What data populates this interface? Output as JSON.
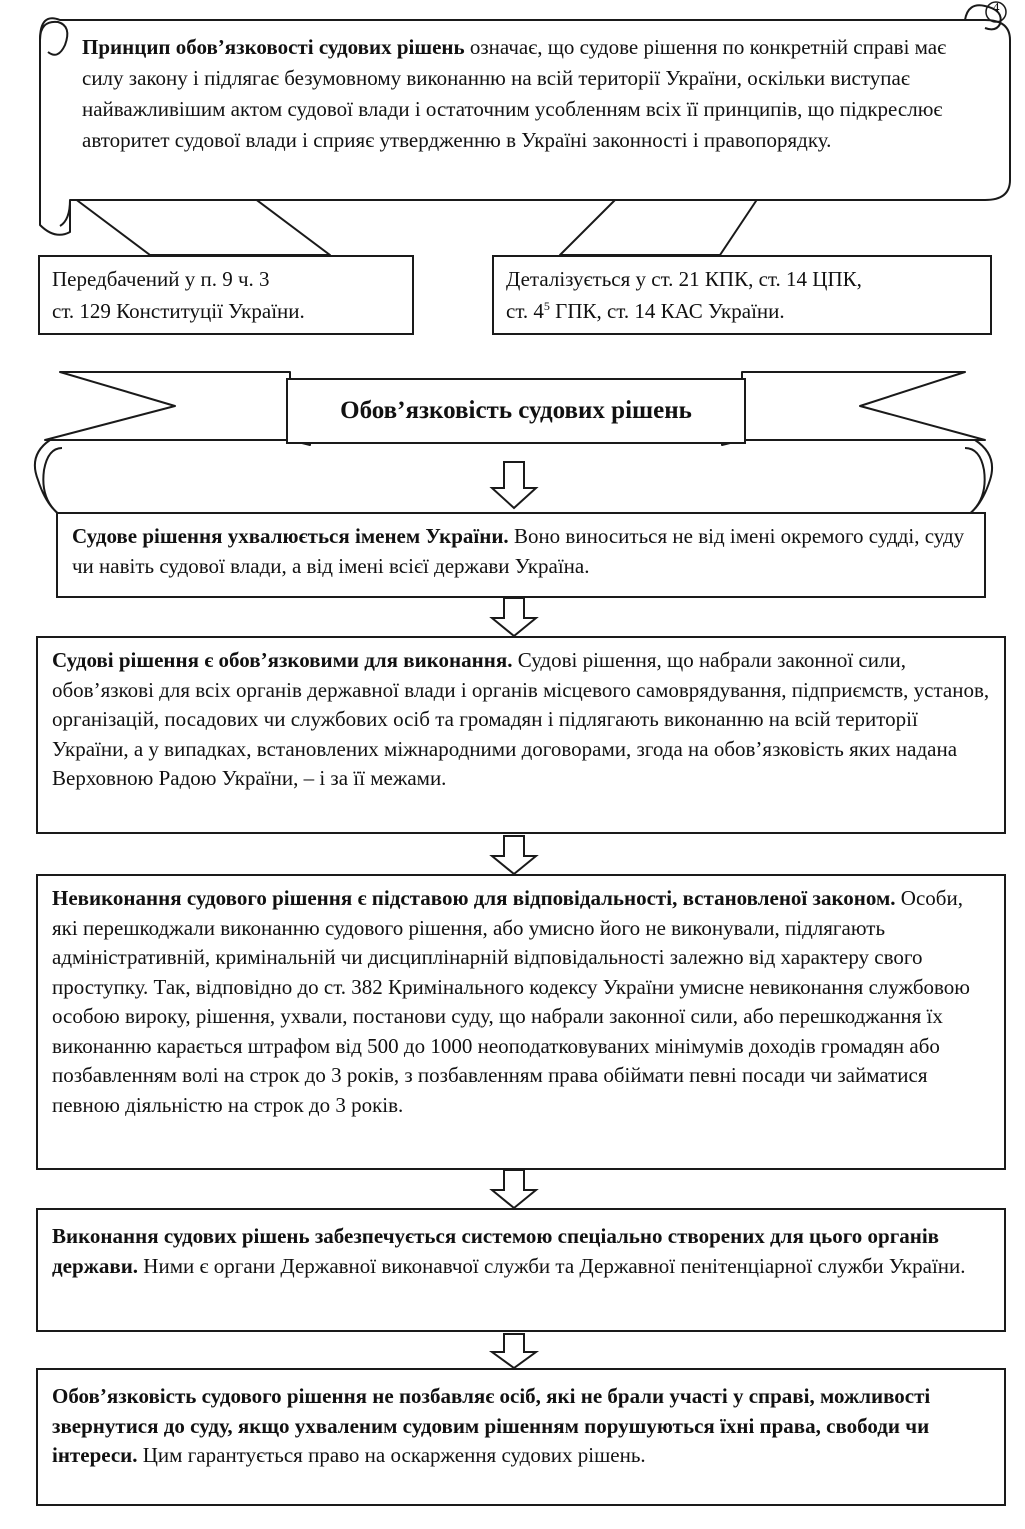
{
  "corner_mark": "4",
  "principle": {
    "title": "Принцип обов’язковості судових рішень",
    "text": " означає, що судове рішення по конкретній справі має силу закону і підлягає безумовному виконанню на всій території України, оскільки виступає найважливішим актом судової влади і остаточним усобленням всіх її принципів, що підкреслює авторитет судової влади і сприяє утвердженню в Україні законності і правопорядку."
  },
  "left_note": {
    "line1": "Передбачений у п. 9 ч. 3",
    "line2": "ст. 129 Конституції України."
  },
  "right_note": {
    "line1": "Деталізується у ст. 21 КПК, ст. 14 ЦПК,",
    "line2_a": "ст. 4",
    "line2_sup": "5",
    "line2_b": " ГПК, ст. 14 КАС України."
  },
  "banner": {
    "title": "Обов’язковість судових рішень"
  },
  "blocks": [
    {
      "bold": "Судове рішення ухвалюється іменем України.",
      "text": " Воно виноситься не від імені окремого судді, суду чи навіть судової влади, а від імені всієї держави Україна."
    },
    {
      "bold": "Судові рішення є обов’язковими для виконання.",
      "text": " Судові рішення, що набрали законної сили, обов’язкові для всіх органів державної влади і органів місцевого самоврядування, підприємств, установ, організацій, посадових чи службових осіб та громадян і підлягають виконанню на всій території України, а у випадках, встановлених міжнародними договорами, згода на обов’язковість яких надана Верховною Радою України, – і за її межами."
    },
    {
      "bold": "Невиконання судового рішення є підставою для відповідальності, встановленої законом.",
      "text": " Особи, які перешкоджали виконанню судового рішення, або умисно його не виконували, підлягають адміністративній, кримінальній чи дисциплінарній відповідальності залежно від характеру свого проступку. Так, відповідно до ст. 382 Кримінального кодексу України умисне невиконання службовою особою вироку, рішення, ухвали, постанови суду, що набрали законної сили, або перешкоджання їх виконанню карається штрафом від 500 до 1000 неоподатковуваних мінімумів доходів громадян або позбавленням волі на строк до 3 років, з позбавленням права обіймати певні посади чи займатися певною діяльністю на строк до 3 років."
    },
    {
      "bold": "Виконання судових рішень забезпечується системою спеціально створених для цього органів держави.",
      "text": " Ними є органи Державної виконавчої служби та Державної пенітенціарної служби України."
    },
    {
      "bold": "Обов’язковість судового рішення не позбавляє осіб, які не брали участі у справі, можливості звернутися до суду, якщо ухваленим судовим рішенням порушуються їхні права, свободи чи інтереси.",
      "text": " Цим гарантується право на оскарження судових рішень."
    }
  ]
}
